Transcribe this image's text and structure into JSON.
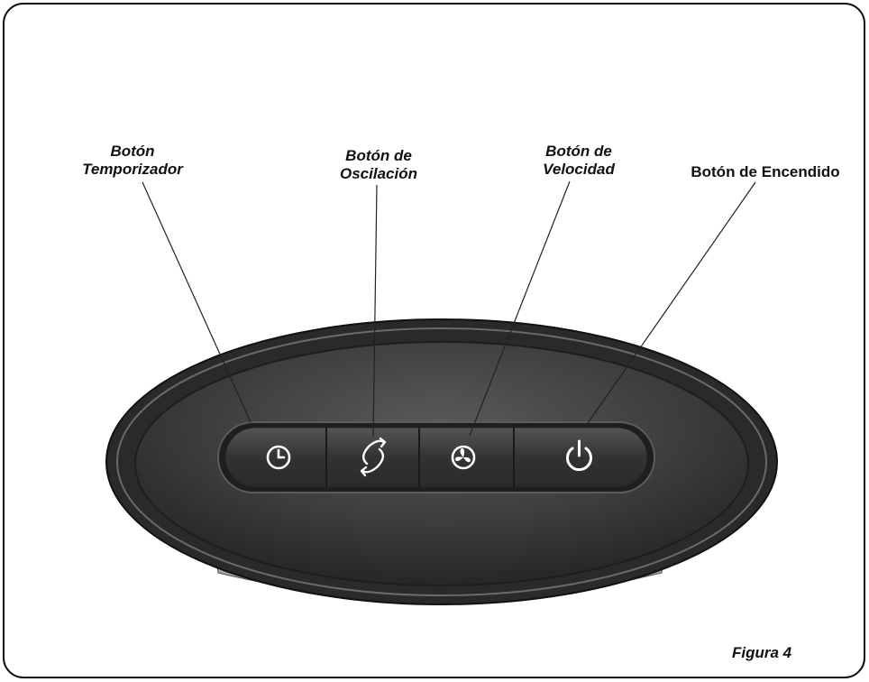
{
  "labels": {
    "timer": [
      "Botón",
      "Temporizador"
    ],
    "oscillation": [
      "Botón de",
      "Oscilación"
    ],
    "speed": [
      "Botón de",
      "Velocidad"
    ],
    "power": "Botón de Encendido"
  },
  "figure_caption": "Figura 4",
  "buttons": [
    {
      "name": "timer",
      "icon": "clock-icon"
    },
    {
      "name": "oscillation",
      "icon": "oscillation-icon"
    },
    {
      "name": "speed",
      "icon": "fan-icon"
    },
    {
      "name": "power",
      "icon": "power-icon"
    }
  ],
  "colors": {
    "panel_outer": "#2b2b2b",
    "panel_inner": "#4a4a4a",
    "button_bar": "#3a3a3a",
    "icon": "#ffffff",
    "leader_line": "#222222"
  }
}
